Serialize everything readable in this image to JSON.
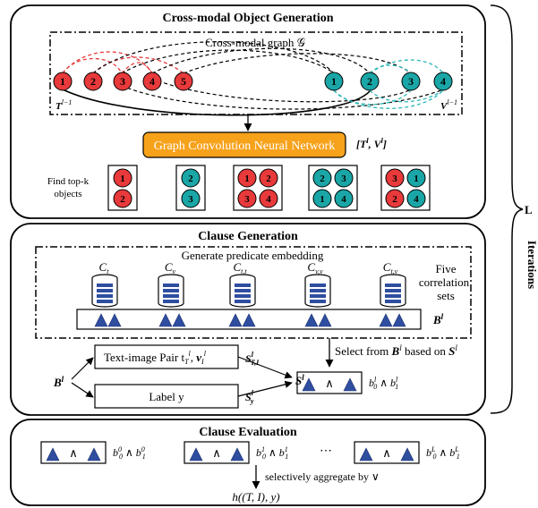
{
  "generation": {
    "title": "Cross-modal Object Generation",
    "graph_label": "Cross-modal graph 𝒢",
    "text_nodes": [
      "1",
      "2",
      "3",
      "4",
      "5"
    ],
    "visual_nodes": [
      "1",
      "2",
      "3",
      "4"
    ],
    "text_set_label": "T",
    "text_set_sup": "l−1",
    "visual_set_label": "V",
    "visual_set_sup": "l−1",
    "gcn_label": "Graph Convolution Neural Network",
    "gcn_output": "[Tl, Vl]",
    "topk_label_line1": "Find top-k",
    "topk_label_line2": "objects",
    "topk_groups": [
      {
        "nodes": [
          "1",
          "2"
        ],
        "colors": [
          "red",
          "red"
        ]
      },
      {
        "nodes": [
          "2",
          "3"
        ],
        "colors": [
          "teal",
          "teal"
        ]
      },
      {
        "nodes": [
          "1",
          "2",
          "3",
          "4"
        ],
        "colors": [
          "red",
          "red",
          "red",
          "red"
        ]
      },
      {
        "nodes": [
          "2",
          "3",
          "1",
          "4"
        ],
        "colors": [
          "teal",
          "teal",
          "teal",
          "teal"
        ]
      },
      {
        "nodes": [
          "3",
          "1",
          "2",
          "4"
        ],
        "colors": [
          "red",
          "teal",
          "red",
          "teal"
        ]
      }
    ]
  },
  "clause_generation": {
    "title": "Clause Generation",
    "predicate_label": "Generate predicate embedding",
    "databases": [
      {
        "label": "C",
        "sub": "t"
      },
      {
        "label": "C",
        "sub": "v"
      },
      {
        "label": "C",
        "sub": "t,t"
      },
      {
        "label": "C",
        "sub": "v,v"
      },
      {
        "label": "C",
        "sub": "t,v"
      }
    ],
    "five_sets_line1": "Five",
    "five_sets_line2": "correlation",
    "five_sets_line3": "sets",
    "b_label": "B",
    "b_sup": "l",
    "b_input_label": "B",
    "b_input_sup": "l",
    "pair_label": "Text-image Pair t",
    "pair_t_sub": "T",
    "pair_t_sup": "l",
    "pair_v": "v",
    "pair_v_sub": "I",
    "pair_v_sup": "l",
    "label_box": "Label y",
    "s_ti": "S",
    "s_ti_sub": "T,I",
    "s_ti_sup": "l",
    "s_y": "S",
    "s_y_sub": "y",
    "s_y_sup": "l",
    "s_out": "S",
    "s_out_sup": "l",
    "select_prefix": "Select from ",
    "select_b": "B",
    "select_b_sup": "l",
    "select_mid": " based on ",
    "select_s": "S",
    "select_s_sup": "l",
    "clause_symbol": "∧",
    "clause_formula": "b0l ∧ b1l"
  },
  "iterations": {
    "l_label": "L",
    "iterations_label": "Iterations"
  },
  "evaluation": {
    "title": "Clause Evaluation",
    "clauses": [
      {
        "b0_sup": "0",
        "b1_sup": "0"
      },
      {
        "b0_sup": "1",
        "b1_sup": "1"
      },
      {
        "b0_sup": "L",
        "b1_sup": "L"
      }
    ],
    "ellipsis": "⋯",
    "aggregate_label": "selectively aggregate by ∨",
    "output_label": "h((T, I), y)"
  },
  "colors": {
    "red_node": "#e8393b",
    "teal_node": "#1aa6a6",
    "teal_edge": "#2ab7b7",
    "gcn_fill": "#f7a21b",
    "gcn_text": "#ffffff",
    "triangle": "#2f4ea0",
    "database": "#2f4ea0"
  }
}
